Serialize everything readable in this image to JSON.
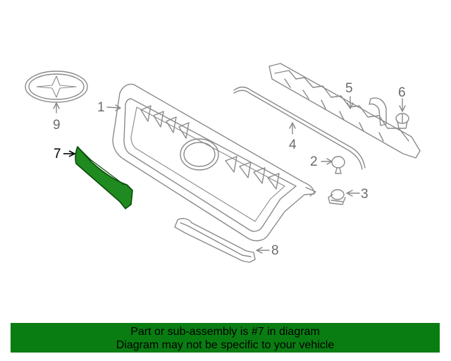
{
  "callouts": {
    "n1": "1",
    "n2": "2",
    "n3": "3",
    "n4": "4",
    "n5": "5",
    "n6": "6",
    "n7": "7",
    "n8": "8",
    "n9": "9"
  },
  "banner": {
    "line1": "Part or sub-assembly is #7 in diagram",
    "line2": "Diagram may not be specific to your vehicle"
  },
  "colors": {
    "highlight_part": "#1f8a1f",
    "banner_background": "#0a7d12",
    "line_art": "#8a8a8a"
  }
}
